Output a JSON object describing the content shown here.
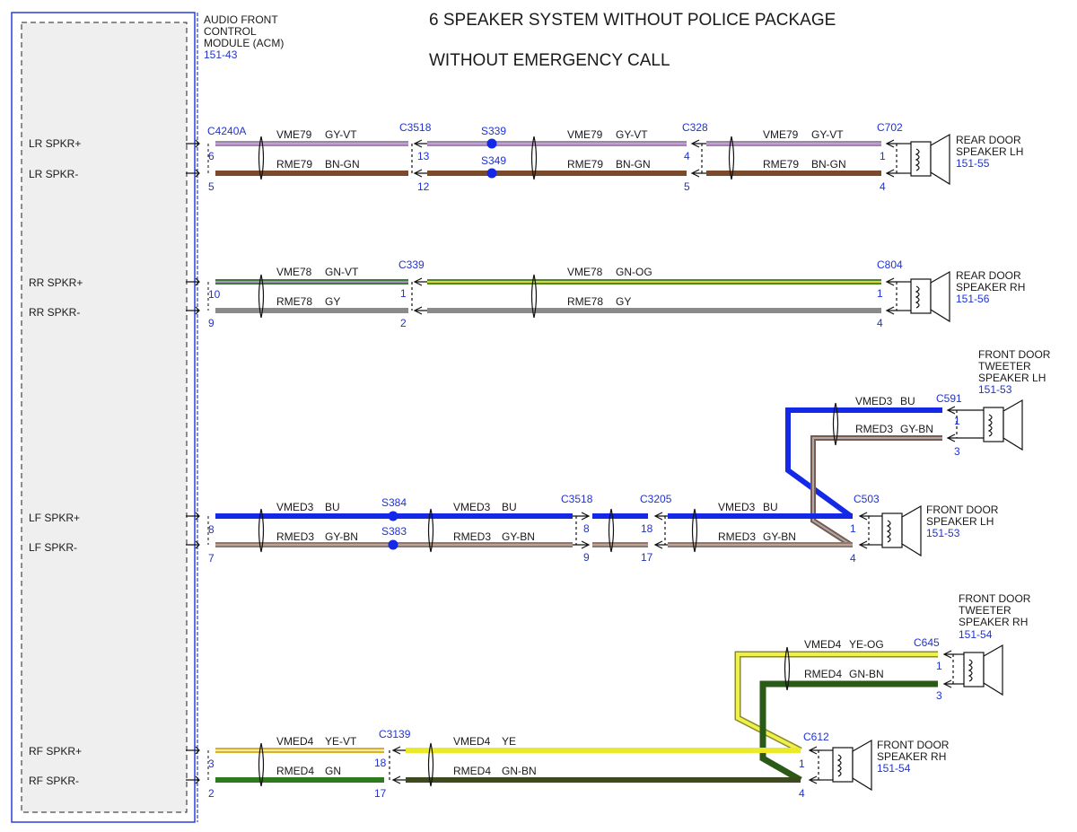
{
  "title": {
    "line1": "6 SPEAKER SYSTEM WITHOUT POLICE PACKAGE",
    "line2": "WITHOUT EMERGENCY CALL"
  },
  "acm": {
    "name_lines": [
      "AUDIO FRONT",
      "CONTROL",
      "MODULE (ACM)"
    ],
    "ref": "151-43",
    "connector": "C4240A",
    "pins": [
      {
        "label": "LR SPKR+",
        "pin": "6"
      },
      {
        "label": "LR SPKR-",
        "pin": "5"
      },
      {
        "label": "RR SPKR+",
        "pin": "10"
      },
      {
        "label": "RR SPKR-",
        "pin": "9"
      },
      {
        "label": "LF SPKR+",
        "pin": "8"
      },
      {
        "label": "LF SPKR-",
        "pin": "7"
      },
      {
        "label": "RF SPKR+",
        "pin": "3"
      },
      {
        "label": "RF SPKR-",
        "pin": "2"
      }
    ]
  },
  "speakers": {
    "rear_lh": {
      "name_lines": [
        "REAR DOOR",
        "SPEAKER LH"
      ],
      "ref": "151-55"
    },
    "rear_rh": {
      "name_lines": [
        "REAR DOOR",
        "SPEAKER RH"
      ],
      "ref": "151-56"
    },
    "tweeter_lh": {
      "name_lines": [
        "FRONT DOOR",
        "TWEETER",
        "SPEAKER LH"
      ],
      "ref": "151-53"
    },
    "front_lh": {
      "name_lines": [
        "FRONT DOOR",
        "SPEAKER LH"
      ],
      "ref": "151-53"
    },
    "tweeter_rh": {
      "name_lines": [
        "FRONT DOOR",
        "TWEETER",
        "SPEAKER RH"
      ],
      "ref": "151-54"
    },
    "front_rh": {
      "name_lines": [
        "FRONT DOOR",
        "SPEAKER RH"
      ],
      "ref": "151-54"
    }
  },
  "connectors": {
    "c3518_top": "C3518",
    "s339": "S339",
    "s349": "S349",
    "c328": "C328",
    "c702": "C702",
    "c339": "C339",
    "c804": "C804",
    "c591": "C591",
    "c503": "C503",
    "s384": "S384",
    "s383": "S383",
    "c3518_lf": "C3518",
    "c3205": "C3205",
    "c645": "C645",
    "c612": "C612",
    "c3139": "C3139"
  },
  "pins": {
    "lr_c3518_p": "13",
    "lr_c3518_n": "12",
    "lr_c328_p": "4",
    "lr_c328_n": "5",
    "lr_c702_p": "1",
    "lr_c702_n": "4",
    "rr_c339_p": "1",
    "rr_c339_n": "2",
    "rr_c804_p": "1",
    "rr_c804_n": "4",
    "lf_c3518_p": "8",
    "lf_c3518_n": "9",
    "lf_c3205_p": "18",
    "lf_c3205_n": "17",
    "lf_c503_p": "1",
    "lf_c503_n": "4",
    "tw_lh_p": "1",
    "tw_lh_n": "3",
    "rf_c3139_p": "18",
    "rf_c3139_n": "17",
    "rf_c612_p": "1",
    "rf_c612_n": "4",
    "tw_rh_p": "1",
    "tw_rh_n": "3"
  },
  "wires": {
    "lr_p1": {
      "circuit": "VME79",
      "color": "GY-VT"
    },
    "lr_n1": {
      "circuit": "RME79",
      "color": "BN-GN"
    },
    "lr_p2": {
      "circuit": "VME79",
      "color": "GY-VT"
    },
    "lr_n2": {
      "circuit": "RME79",
      "color": "BN-GN"
    },
    "lr_p3": {
      "circuit": "VME79",
      "color": "GY-VT"
    },
    "lr_n3": {
      "circuit": "RME79",
      "color": "BN-GN"
    },
    "rr_p1": {
      "circuit": "VME78",
      "color": "GN-VT"
    },
    "rr_n1": {
      "circuit": "RME78",
      "color": "GY"
    },
    "rr_p2": {
      "circuit": "VME78",
      "color": "GN-OG"
    },
    "rr_n2": {
      "circuit": "RME78",
      "color": "GY"
    },
    "lf_p1": {
      "circuit": "VMED3",
      "color": "BU"
    },
    "lf_n1": {
      "circuit": "RMED3",
      "color": "GY-BN"
    },
    "lf_p2": {
      "circuit": "VMED3",
      "color": "BU"
    },
    "lf_n2": {
      "circuit": "RMED3",
      "color": "GY-BN"
    },
    "lf_p3": {
      "circuit": "VMED3",
      "color": "BU"
    },
    "lf_n3": {
      "circuit": "RMED3",
      "color": "GY-BN"
    },
    "tw_lh_p": {
      "circuit": "VMED3",
      "color": "BU"
    },
    "tw_lh_n": {
      "circuit": "RMED3",
      "color": "GY-BN"
    },
    "rf_p1": {
      "circuit": "VMED4",
      "color": "YE-VT"
    },
    "rf_n1": {
      "circuit": "RMED4",
      "color": "GN"
    },
    "rf_p2": {
      "circuit": "VMED4",
      "color": "YE"
    },
    "rf_n2": {
      "circuit": "RMED4",
      "color": "GN-BN"
    },
    "tw_rh_p": {
      "circuit": "VMED4",
      "color": "YE-OG"
    },
    "tw_rh_n": {
      "circuit": "RMED4",
      "color": "GN-BN"
    }
  },
  "palette": {
    "label_blue": "#1f32d6",
    "gy": "#8a8a8a",
    "vt": "#b86ad0",
    "bn": "#7a4a2a",
    "gn": "#2f7a1e",
    "bu": "#1428e8",
    "og": "#e08a1c",
    "ye": "#ecec2a",
    "dark_gn": "#2b5a17"
  }
}
